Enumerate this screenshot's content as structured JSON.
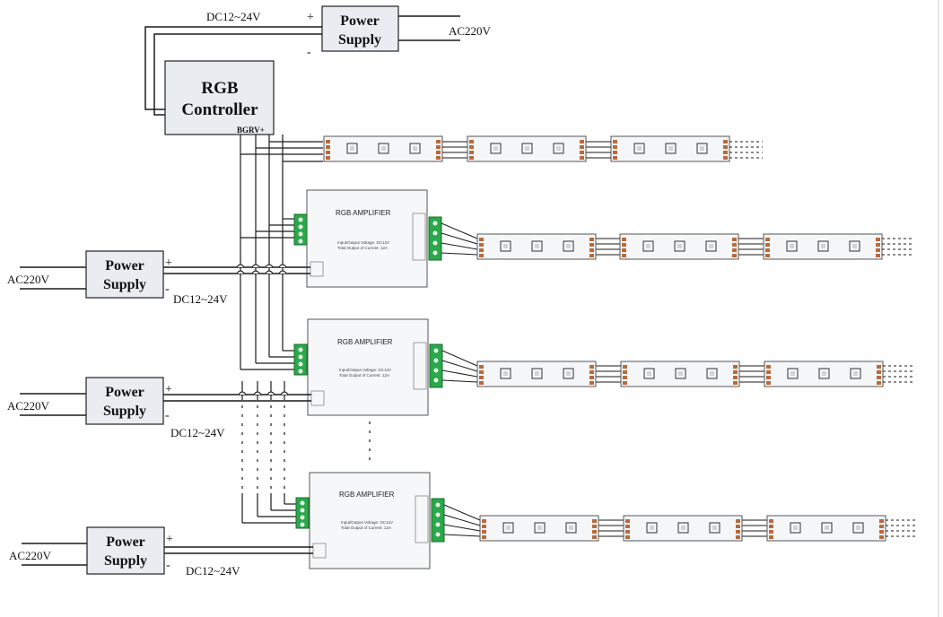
{
  "controller": {
    "title_line1": "RGB",
    "title_line2": "Controller",
    "pins": "BGRV+"
  },
  "power_supply": {
    "line1": "Power",
    "line2": "Supply",
    "plus": "+",
    "minus": "-",
    "dc_label": "DC12~24V",
    "ac_label": "AC220V"
  },
  "amplifier": {
    "title": "RGB  AMPLIFIER",
    "spec_line1": "Input/Output  Voltage:  DC12V",
    "spec_line2": "Total Output of Current:  12A"
  },
  "colors": {
    "box_fill": "#e9ecf0",
    "amp_fill": "#f6f7f8",
    "strip_fill": "#f4f6f8",
    "terminal_green": "#2aa84a",
    "pad_copper": "#b86a3c",
    "wire": "#1a1a1a"
  }
}
